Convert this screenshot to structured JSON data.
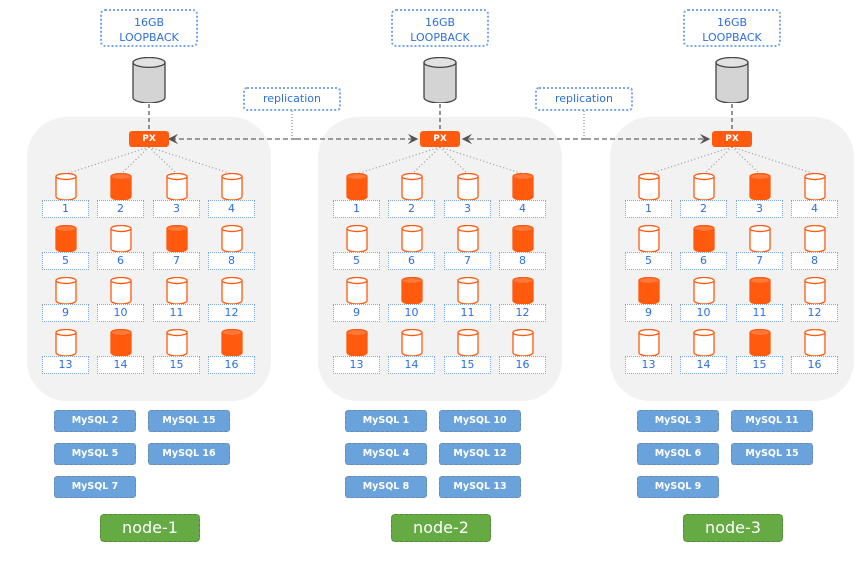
{
  "diagram": {
    "replication_labels": [
      "replication",
      "replication"
    ],
    "proxy_label": "PX",
    "colors": {
      "proxy": "#ff5a0e",
      "active_shard": "#ff5a0e",
      "label_text": "#2e6fdc",
      "mysql_box": "#6aa2dc",
      "node_box": "#66aa44",
      "panel": "#f2f2f2"
    },
    "nodes": [
      {
        "name": "node-1",
        "loopback": [
          "16GB",
          "LOOPBACK"
        ],
        "shards": [
          "1",
          "2",
          "3",
          "4",
          "5",
          "6",
          "7",
          "8",
          "9",
          "10",
          "11",
          "12",
          "13",
          "14",
          "15",
          "16"
        ],
        "active_shards": [
          2,
          5,
          7,
          14,
          16
        ],
        "mysql_instances": [
          "MySQL 2",
          "MySQL 15",
          "MySQL 5",
          "MySQL 16",
          "MySQL 7"
        ]
      },
      {
        "name": "node-2",
        "loopback": [
          "16GB",
          "LOOPBACK"
        ],
        "shards": [
          "1",
          "2",
          "3",
          "4",
          "5",
          "6",
          "7",
          "8",
          "9",
          "10",
          "11",
          "12",
          "13",
          "14",
          "15",
          "16"
        ],
        "active_shards": [
          1,
          4,
          8,
          10,
          12,
          13
        ],
        "mysql_instances": [
          "MySQL 1",
          "MySQL 10",
          "MySQL 4",
          "MySQL 12",
          "MySQL 8",
          "MySQL 13"
        ]
      },
      {
        "name": "node-3",
        "loopback": [
          "16GB",
          "LOOPBACK"
        ],
        "shards": [
          "1",
          "2",
          "3",
          "4",
          "5",
          "6",
          "7",
          "8",
          "9",
          "10",
          "11",
          "12",
          "13",
          "14",
          "15",
          "16"
        ],
        "active_shards": [
          3,
          6,
          9,
          11,
          15
        ],
        "mysql_instances": [
          "MySQL 3",
          "MySQL 11",
          "MySQL 6",
          "MySQL 15",
          "MySQL 9"
        ]
      }
    ]
  }
}
